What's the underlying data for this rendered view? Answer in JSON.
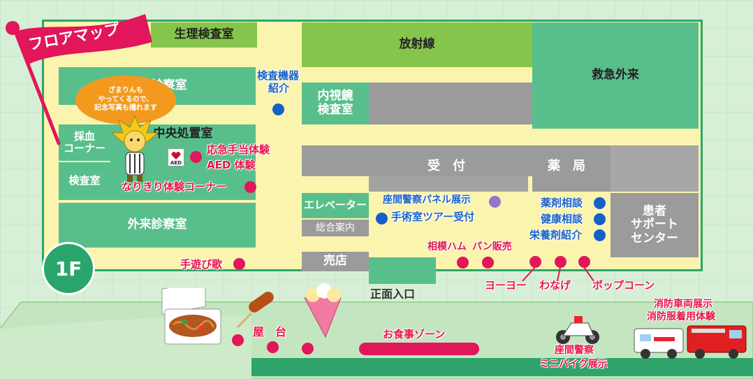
{
  "header": {
    "flag_title": "フロアマップ",
    "floor": "1F"
  },
  "rooms": {
    "physiology_lab": "生理検査室",
    "radiology": "放射線",
    "emergency": "救急外来",
    "outpatient_top": "外来診察室",
    "endoscopy_1": "内視鏡",
    "endoscopy_2": "検査室",
    "central_treatment": "中央処置室",
    "blood_draw_1": "採血",
    "blood_draw_2": "コーナー",
    "lab": "検査室",
    "outpatient_bottom": "外来診察室",
    "reception": "受　付",
    "pharmacy": "薬　局",
    "elevator": "エレベーター",
    "info_desk": "総合案内",
    "shop": "売店",
    "entrance": "正面入口",
    "patient_support_1": "患者",
    "patient_support_2": "サポート",
    "patient_support_3": "センター"
  },
  "events": {
    "lab_equipment_1": "検査機器",
    "lab_equipment_2": "紹介",
    "first_aid": "応急手当体験",
    "aed_exp": "AED 体験",
    "aed_sign": "AED",
    "role_play": "なりきり体験コーナー",
    "police_panel": "座間警察パネル展示",
    "surgery_tour": "手術室ツアー受付",
    "drug_consult": "薬剤相談",
    "health_consult": "健康相談",
    "nutrition": "栄養剤紹介",
    "hand_games": "手遊び歌",
    "ham": "相模ハム",
    "bread": "パン販売",
    "yoyo": "ヨーヨー",
    "ring_toss": "わなげ",
    "popcorn": "ポップコーン",
    "stalls": "屋　台",
    "food_zone": "お食事ゾーン",
    "police_bike_1": "座間警察",
    "police_bike_2": "ミニバイク展示",
    "fire_truck_1": "消防車両展示",
    "fire_truck_2": "消防服着用体験"
  },
  "bubble": {
    "line1": "ざまりんも",
    "line2": "やってくるので、",
    "line3": "記念写真も撮れます"
  },
  "colors": {
    "pink": "#e2165a",
    "blue": "#1460c8",
    "purple": "#9b74c9",
    "green": "#58bf8c",
    "light_green": "#86c54b",
    "floor": "#fbf4ae"
  }
}
